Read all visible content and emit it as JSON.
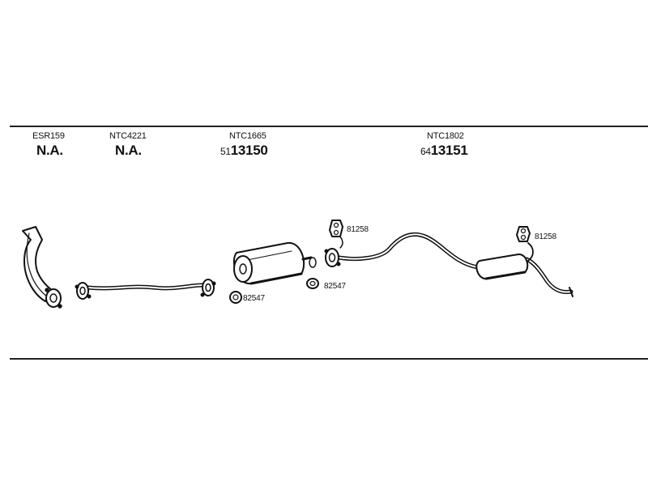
{
  "parts": [
    {
      "code": "ESR159",
      "number_prefix": "",
      "number": "N.A."
    },
    {
      "code": "NTC4221",
      "number_prefix": "",
      "number": "N.A."
    },
    {
      "code": "NTC1665",
      "number_prefix": "51",
      "number": "13150"
    },
    {
      "code": "NTC1802",
      "number_prefix": "64",
      "number": "13151"
    }
  ],
  "accessories": [
    {
      "label": "82547"
    },
    {
      "label": "82547"
    },
    {
      "label": "81258"
    },
    {
      "label": "81258"
    }
  ]
}
